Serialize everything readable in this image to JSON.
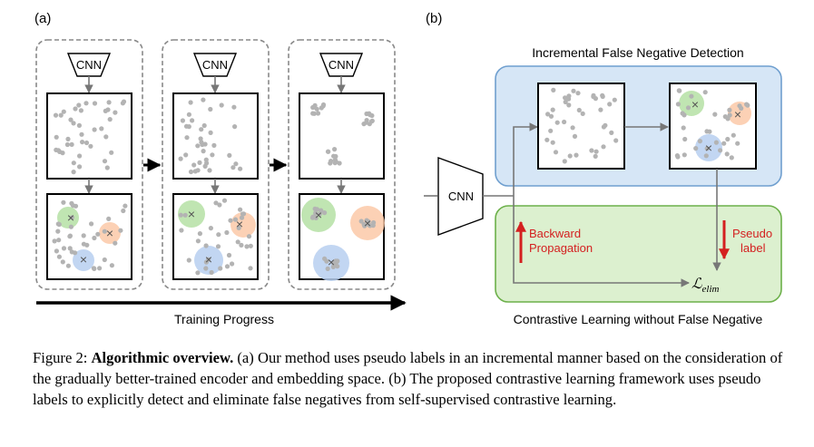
{
  "figure": {
    "panel_a_label": "(a)",
    "panel_b_label": "(b)",
    "encoder_label": "CNN",
    "training_progress": "Training Progress",
    "detection_title": "Incremental False Negative Detection",
    "contrastive_title": "Contrastive Learning without False Negative",
    "backward_line1": "Backward",
    "backward_line2": "Propagation",
    "pseudo_line1": "Pseudo",
    "pseudo_line2": "label",
    "loss_symbol": "ℒ",
    "loss_subscript": "elim",
    "cluster_marker": "×"
  },
  "colors": {
    "green_cluster": "#b5e0a4",
    "orange_cluster": "#fbc9a8",
    "blue_cluster": "#b7cff0",
    "detection_bg": "#d6e6f6",
    "detection_border": "#6f9fcf",
    "contrastive_bg": "#dcf0cf",
    "contrastive_border": "#6cb04a",
    "arrow_red": "#d42020",
    "dot_gray": "#b3b3b3"
  },
  "caption": {
    "figure_label": "Figure 2:",
    "bold_title": "Algorithmic overview.",
    "body": "(a) Our method uses pseudo labels in an incremental manner based on the consideration of the gradually better-trained encoder and embedding space. (b) The proposed contrastive learning framework uses pseudo labels to explicitly detect and eliminate false negatives from self-supervised contrastive learning."
  }
}
